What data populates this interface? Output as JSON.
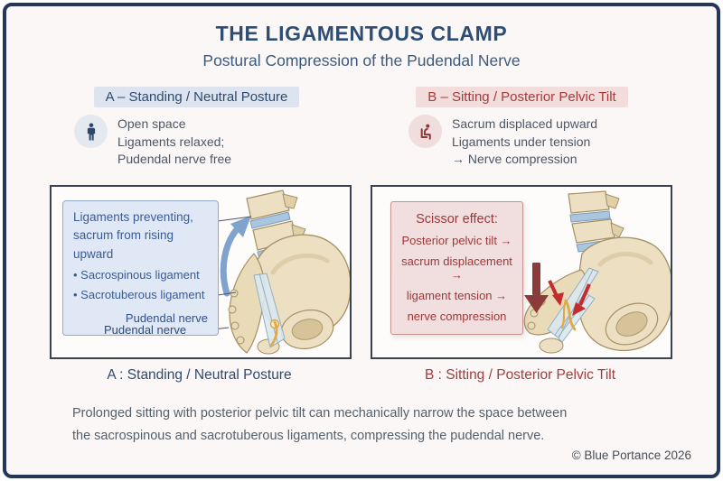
{
  "header": {
    "title": "THE LIGAMENTOUS CLAMP",
    "subtitle": "Postural Compression of the Pudendal Nerve"
  },
  "panel_a": {
    "badge": "A – Standing / Neutral Posture",
    "description": {
      "line1": "Open space",
      "line2": "Ligaments relaxed;",
      "line3": "Pudendal nerve free"
    },
    "callout": {
      "line1": "Ligaments preventing,",
      "line2": "sacrum from rising upward",
      "bullet1": "• Sacrospinous ligament",
      "bullet2": "• Sacrotuberous ligament",
      "nerve_label": "Pudendal nerve"
    },
    "nerve_label": "Pudendal nerve",
    "caption": "A : Standing / Neutral Posture"
  },
  "panel_b": {
    "badge": "B – Sitting / Posterior Pelvic Tilt",
    "description": {
      "line1": "Sacrum displaced upward",
      "line2": "Ligaments under tension",
      "line3": "→ Nerve compression"
    },
    "callout": {
      "title": "Scissor effect:",
      "step1": "Posterior pelvic tilt →",
      "step2": "sacrum displacement →",
      "step3": "ligament tension →",
      "step4": "nerve compression"
    },
    "caption": "B : Sitting / Posterior Pelvic Tilt"
  },
  "footer": {
    "line1": "Prolonged sitting with posterior pelvic tilt can mechanically narrow the space between",
    "line2": "the sacrospinous and sacrotuberous ligaments, compressing the pudendal nerve.",
    "copyright": "© Blue Portance 2026"
  },
  "icons": {
    "standing_person": "standing-person-icon",
    "sitting_person": "sitting-person-icon",
    "upward_arrow": "upward-arrow-icon",
    "downward_arrow": "downward-arrow-icon",
    "compression_arrows": "compression-arrow-icon"
  },
  "palette": {
    "frame_border": "#24365a",
    "background": "#fbf7f7",
    "blue_accent": "#2e4a6e",
    "red_accent": "#a43c3c",
    "badge_a_bg": "#dde4f0",
    "badge_b_bg": "#f3dcdc",
    "callout_a_bg": "#dfe8f4",
    "callout_b_bg": "#f1dede",
    "bone": "#ecdfc2",
    "disc": "#a9c6de",
    "ligament": "#dbe7ee",
    "nerve": "#e3aa3f",
    "up_arrow": "#7fa3cc",
    "down_arrow": "#8c3b3b",
    "compression_arrow": "#c32d2d"
  }
}
